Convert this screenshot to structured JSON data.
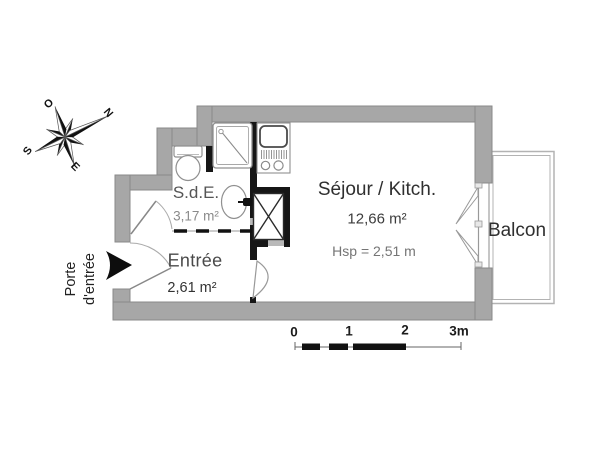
{
  "compass": {
    "n": "N",
    "o": "O",
    "s": "S",
    "e": "E"
  },
  "labels": {
    "entrance_door": "Porte d'entrée"
  },
  "rooms": {
    "sde": {
      "name": "S.d.E.",
      "area": "3,17 m²"
    },
    "entree": {
      "name": "Entrée",
      "area": "2,61 m²"
    },
    "sejour": {
      "name": "Séjour / Kitch.",
      "area": "12,66 m²",
      "ceiling_height": "Hsp = 2,51 m"
    },
    "balcon": {
      "name": "Balcon"
    }
  },
  "scale_bar": {
    "ticks": [
      "0",
      "1",
      "2",
      "3m"
    ]
  }
}
